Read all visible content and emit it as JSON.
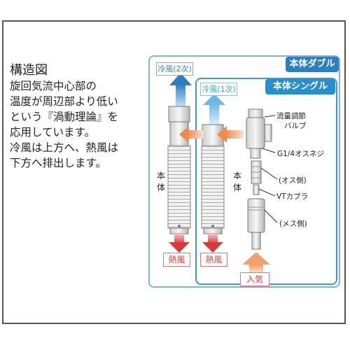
{
  "heading": "構造図",
  "description": [
    "旋回気流中心部の",
    "温度が周辺部より低い",
    "という『渦動理論』を",
    "応用しています。",
    "冷風は上方へ、熱風は",
    "下方へ排出します。"
  ],
  "tags": {
    "double": "本体ダブル",
    "single": "本体シングル"
  },
  "flow_labels": {
    "cold_secondary": "冷風(2次)",
    "cold_primary": "冷風(1次)",
    "hot_left": "熱風",
    "hot_right": "熱風",
    "intake": "入気"
  },
  "body_label_left": [
    "本",
    "体"
  ],
  "body_label_right": [
    "本",
    "体"
  ],
  "parts": {
    "valve": [
      "流量調節",
      "バルブ"
    ],
    "thread": "G1/4オスネジ",
    "male_side": "(オス側)",
    "coupler": "VTカプラ",
    "female_side": "(メス側)"
  },
  "colors": {
    "frame": "#555555",
    "double_border": "#7fb6dc",
    "single_border": "#3d9ad1",
    "tag_double": "#2f7ec0",
    "tag_single": "#2a8ecb",
    "cold_arrow": "#3c8fd0",
    "hot_arrow": "#d63a3a",
    "intake_arrow": "#f0a070"
  }
}
